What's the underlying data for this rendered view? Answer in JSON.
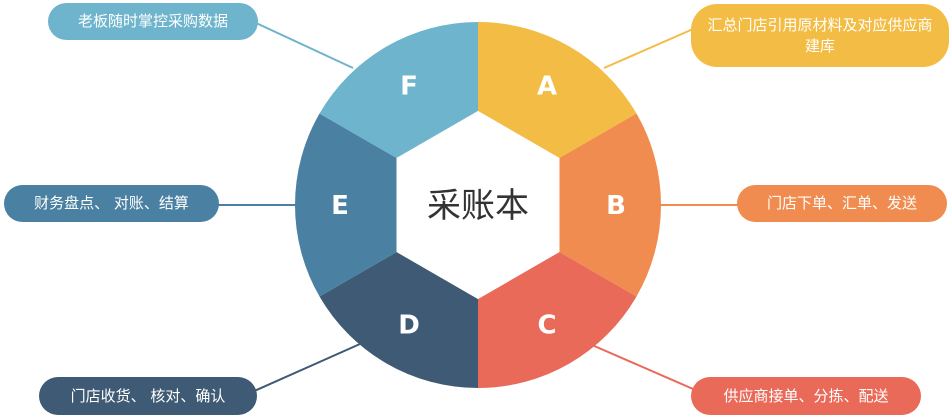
{
  "center": {
    "title": "采账本"
  },
  "segments": [
    {
      "letter": "A",
      "color": "#f3bc45",
      "description": "汇总门店引用原材料及对应供应商建库"
    },
    {
      "letter": "B",
      "color": "#f08c4f",
      "description": "门店下单、汇单、发送"
    },
    {
      "letter": "C",
      "color": "#ea6a5a",
      "description": "供应商接单、分拣、配送"
    },
    {
      "letter": "D",
      "color": "#3e5a74",
      "description": "门店收货、 核对、确认"
    },
    {
      "letter": "E",
      "color": "#4a80a2",
      "description": "财务盘点、 对账、结算"
    },
    {
      "letter": "F",
      "color": "#6db4cc",
      "description": "老板随时掌控采购数据"
    }
  ]
}
